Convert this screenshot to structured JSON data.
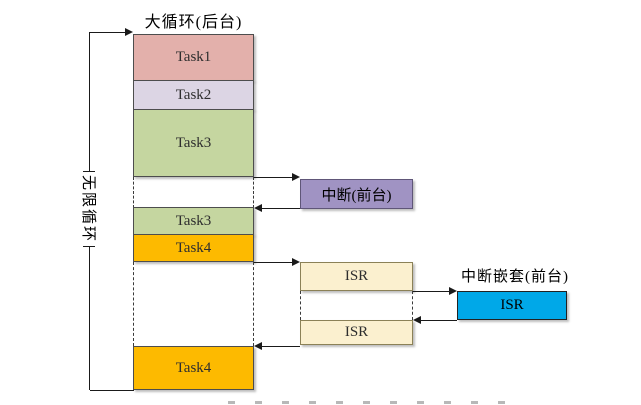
{
  "diagram": {
    "title": "大循环(后台)",
    "infinite_loop_label": "无限循环",
    "nested_interrupt_label": "中断嵌套(前台)",
    "boxes": {
      "task1": "Task1",
      "task2": "Task2",
      "task3_first": "Task3",
      "task3_second": "Task3",
      "task4_first": "Task4",
      "task4_second": "Task4",
      "interrupt": "中断(前台)",
      "isr_first": "ISR",
      "isr_second": "ISR",
      "isr_nested": "ISR"
    },
    "colors": {
      "task1": "#e3b0ab",
      "task2": "#dcd5e4",
      "task3": "#c5d6a0",
      "task4": "#fdba00",
      "interrupt": "#a093c3",
      "isr": "#fbf0cf",
      "isr_nested": "#00a8e8"
    }
  }
}
